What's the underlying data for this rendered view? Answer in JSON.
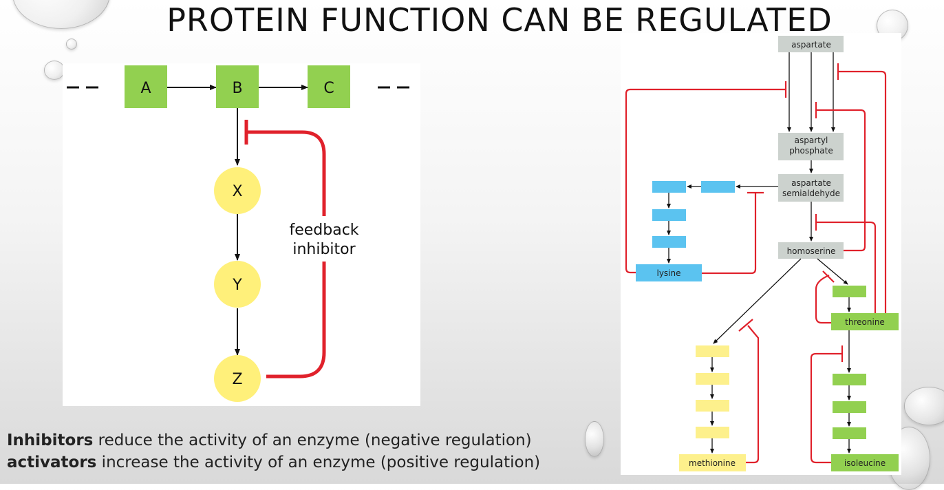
{
  "slide": {
    "title": "PROTEIN FUNCTION CAN BE REGULATED",
    "caption": [
      {
        "bold": "Inhibitors",
        "rest": " reduce the activity of an enzyme (negative regulation)"
      },
      {
        "bold": "activators",
        "rest": " increase the activity of an enzyme (positive regulation)"
      }
    ]
  },
  "left_diagram": {
    "nodes": {
      "a": "A",
      "b": "B",
      "c": "C",
      "x": "X",
      "y": "Y",
      "z": "Z"
    },
    "inhibitor_label_line1": "feedback",
    "inhibitor_label_line2": "inhibitor"
  },
  "right_diagram": {
    "aspartate": "aspartate",
    "aspartyl_phosphate_1": "aspartyl",
    "aspartyl_phosphate_2": "phosphate",
    "semialdehyde_1": "aspartate",
    "semialdehyde_2": "semialdehyde",
    "homoserine": "homoserine",
    "lysine": "lysine",
    "threonine": "threonine",
    "methionine": "methionine",
    "isoleucine": "isoleucine"
  },
  "colors": {
    "green": "#92d050",
    "yellow_node": "#fff07a",
    "blue": "#5bc3f0",
    "grey_box": "#ccd2ce",
    "pale_yellow": "#fdf08c",
    "inhibit_red": "#e0212b"
  }
}
